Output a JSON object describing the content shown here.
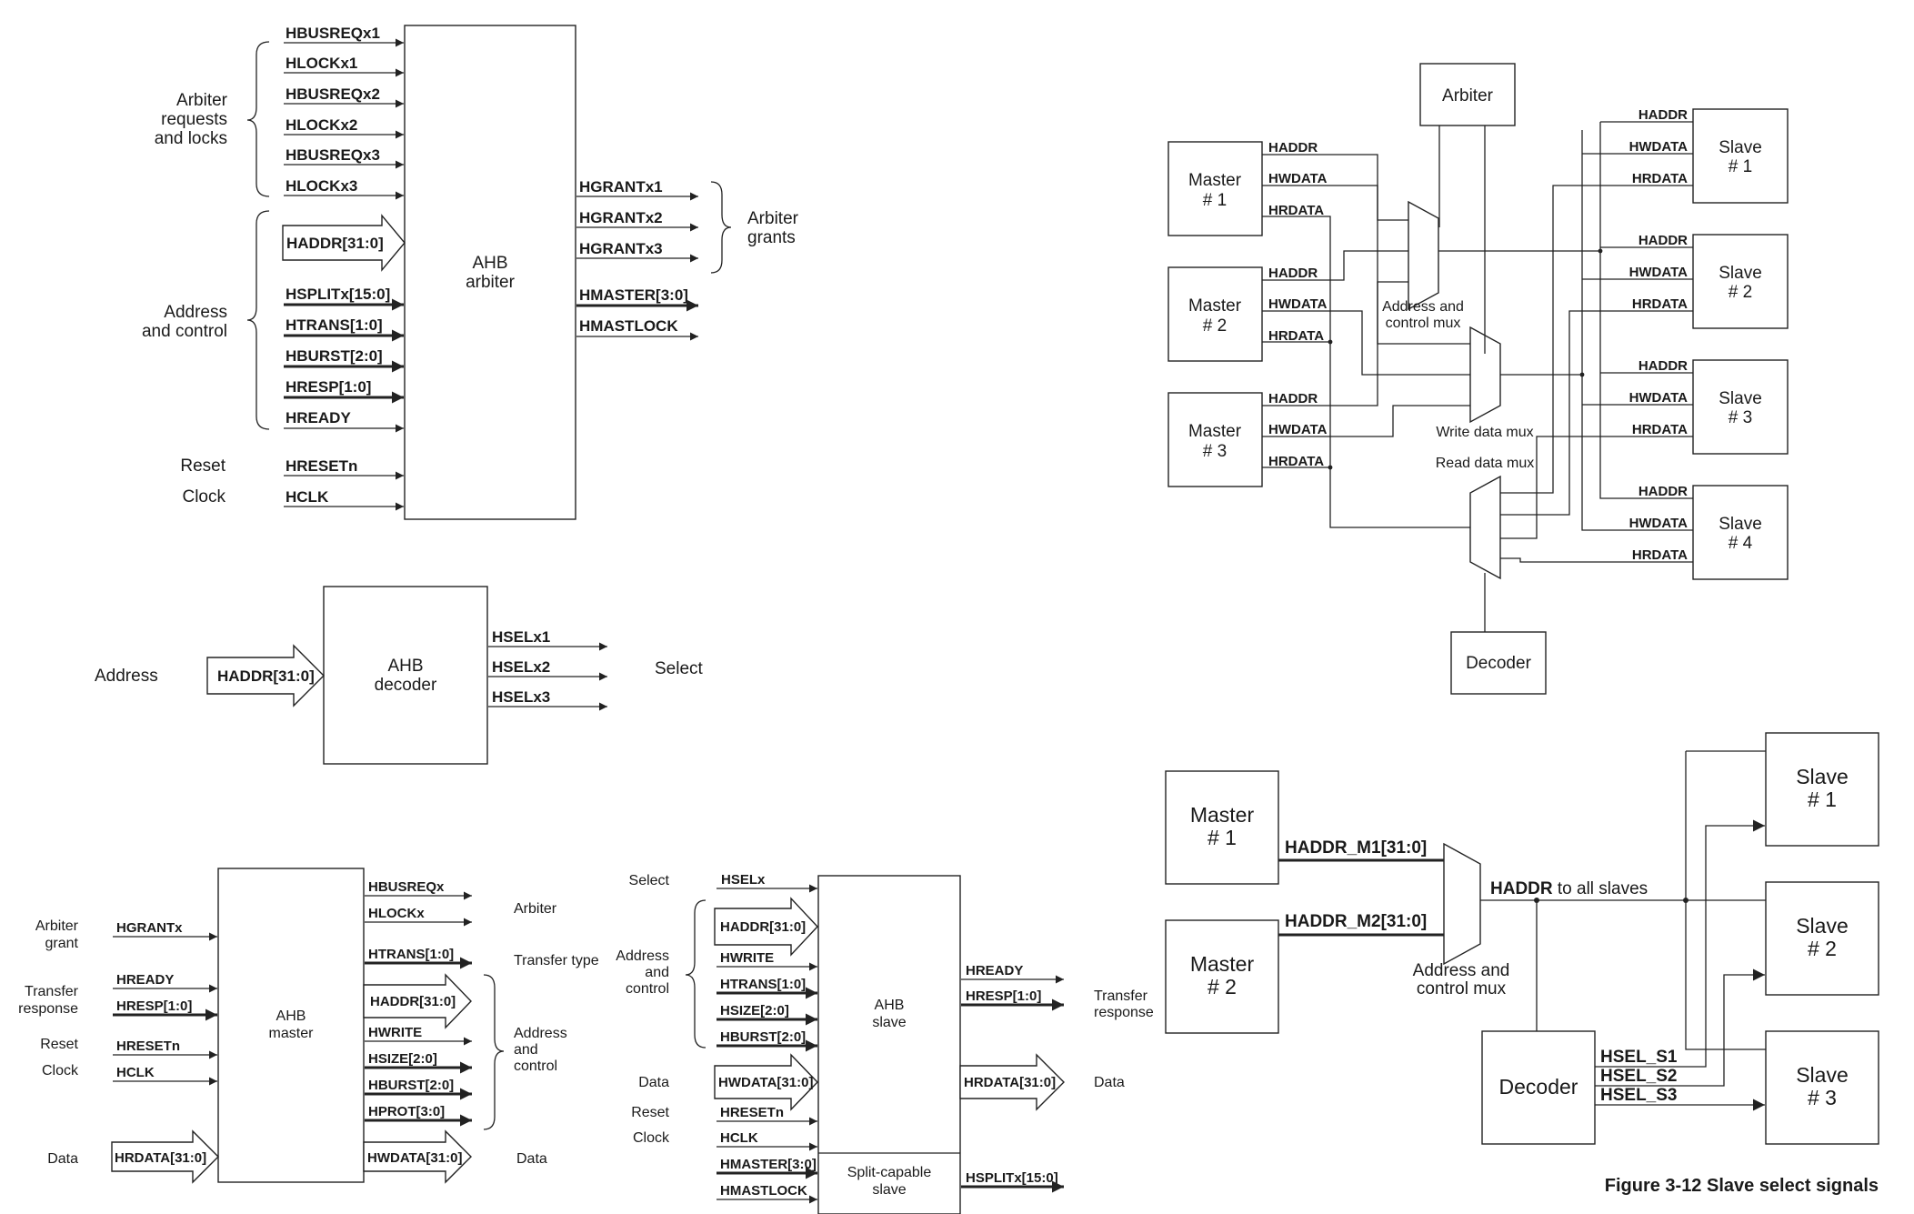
{
  "arbiter": {
    "inputs": [
      "HBUSREQx1",
      "HLOCKx1",
      "HBUSREQx2",
      "HLOCKx2",
      "HBUSREQx3",
      "HLOCKx3"
    ],
    "addr_bus": "HADDR[31:0]",
    "ctrl": [
      "HSPLITx[15:0]",
      "HTRANS[1:0]",
      "HBURST[2:0]",
      "HRESP[1:0]",
      "HREADY"
    ],
    "reset": "HRESETn",
    "clock": "HCLK",
    "grants": [
      "HGRANTx1",
      "HGRANTx2",
      "HGRANTx3"
    ],
    "outs": [
      "HMASTER[3:0]",
      "HMASTLOCK"
    ],
    "block": [
      "AHB",
      "arbiter"
    ],
    "grp_req": [
      "Arbiter",
      "requests",
      "and locks"
    ],
    "grp_addr": [
      "Address",
      "and control"
    ],
    "grp_reset": "Reset",
    "grp_clock": "Clock",
    "grp_grants": [
      "Arbiter",
      "grants"
    ]
  },
  "decoder": {
    "input_label": "Address",
    "input": "HADDR[31:0]",
    "block": [
      "AHB",
      "decoder"
    ],
    "outs": [
      "HSELx1",
      "HSELx2",
      "HSELx3"
    ],
    "output_label": "Select"
  },
  "master": {
    "left_labels": [
      [
        "Arbiter",
        "grant"
      ],
      [
        "Transfer",
        "response"
      ],
      [
        "Reset"
      ],
      [
        "Clock"
      ],
      [
        "Data"
      ]
    ],
    "inputs": [
      "HGRANTx",
      "HREADY",
      "HRESP[1:0]",
      "HRESETn",
      "HCLK"
    ],
    "data_in": "HRDATA[31:0]",
    "block": [
      "AHB",
      "master"
    ],
    "outs_arb": [
      "HBUSREQx",
      "HLOCKx"
    ],
    "out_trans": "HTRANS[1:0]",
    "out_addr": "HADDR[31:0]",
    "outs_ctrl": [
      "HWRITE",
      "HSIZE[2:0]",
      "HBURST[2:0]",
      "HPROT[3:0]"
    ],
    "out_data": "HWDATA[31:0]",
    "right_labels": [
      "Arbiter",
      "Transfer type",
      [
        "Address",
        "and",
        "control"
      ],
      "Data"
    ]
  },
  "slave": {
    "left_select": "Select",
    "left_addr": [
      "Address",
      "and",
      "control"
    ],
    "left_data": "Data",
    "left_reset": "Reset",
    "left_clock": "Clock",
    "in_sel": "HSELx",
    "in_addr": "HADDR[31:0]",
    "in_ctrl": [
      "HWRITE",
      "HTRANS[1:0]",
      "HSIZE[2:0]",
      "HBURST[2:0]"
    ],
    "in_data": "HWDATA[31:0]",
    "in_reset": "HRESETn",
    "in_clock": "HCLK",
    "in_split": [
      "HMASTER[3:0]",
      "HMASTLOCK"
    ],
    "block": [
      "AHB",
      "slave"
    ],
    "split_block": [
      "Split-capable",
      "slave"
    ],
    "outs_resp": [
      "HREADY",
      "HRESP[1:0]"
    ],
    "out_data": "HRDATA[31:0]",
    "out_split": "HSPLITx[15:0]",
    "right_resp": [
      "Transfer",
      "response"
    ],
    "right_data": "Data"
  },
  "bus": {
    "arbiter": "Arbiter",
    "decoder": "Decoder",
    "masters": [
      [
        "Master",
        "# 1"
      ],
      [
        "Master",
        "# 2"
      ],
      [
        "Master",
        "# 3"
      ]
    ],
    "slaves": [
      [
        "Slave",
        "# 1"
      ],
      [
        "Slave",
        "# 2"
      ],
      [
        "Slave",
        "# 3"
      ],
      [
        "Slave",
        "# 4"
      ]
    ],
    "master_sigs": [
      "HADDR",
      "HWDATA",
      "HRDATA"
    ],
    "addr_mux": [
      "Address and",
      "control mux"
    ],
    "write_mux": "Write data mux",
    "read_mux": "Read data mux"
  },
  "select": {
    "masters": [
      [
        "Master",
        "# 1"
      ],
      [
        "Master",
        "# 2"
      ]
    ],
    "slaves": [
      [
        "Slave",
        "# 1"
      ],
      [
        "Slave",
        "# 2"
      ],
      [
        "Slave",
        "# 3"
      ]
    ],
    "addr_m": [
      "HADDR_M1[31:0]",
      "HADDR_M2[31:0]"
    ],
    "haddr": "HADDR",
    "to_all": " to all slaves",
    "mux": [
      "Address and",
      "control mux"
    ],
    "decoder": "Decoder",
    "hsel": [
      "HSEL_S1",
      "HSEL_S2",
      "HSEL_S3"
    ],
    "caption": "Figure 3-12 Slave select signals"
  }
}
